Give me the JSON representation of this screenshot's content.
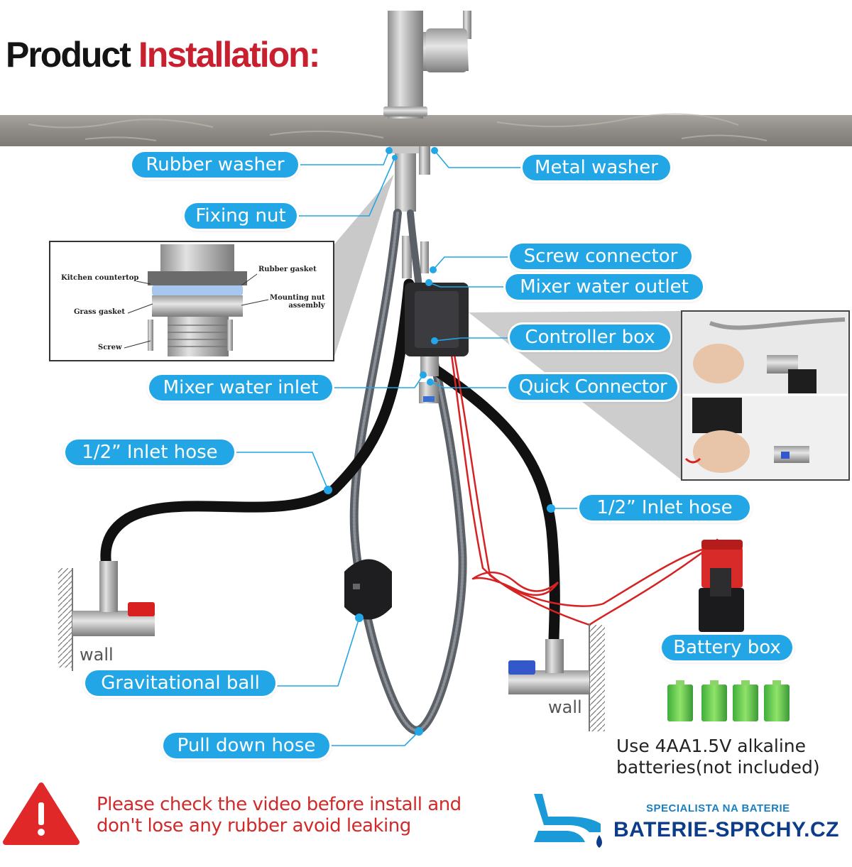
{
  "title": {
    "part1": "Product",
    "part2": "Installation:"
  },
  "labels": {
    "rubber_washer": "Rubber washer",
    "metal_washer": "Metal washer",
    "fixing_nut": "Fixing nut",
    "screw_connector": "Screw connector",
    "mixer_water_outlet": "Mixer water outlet",
    "controller_box": "Controller box",
    "mixer_water_inlet": "Mixer water inlet",
    "quick_connector": "Quick Connector",
    "inlet_hose_left": "1/2”  Inlet hose",
    "inlet_hose_right": "1/2”  Inlet hose",
    "battery_box": "Battery box",
    "gravitational_ball": "Gravitational ball",
    "pull_down_hose": "Pull down hose",
    "wall_left": "wall",
    "wall_right": "wall"
  },
  "inset": {
    "kitchen_countertop": "Kitchen countertop",
    "rubber_gasket": "Rubber gasket",
    "mounting_nut_line1": "Mounting nut",
    "mounting_nut_line2": "assembly",
    "grass_gasket": "Grass gasket",
    "screw": "Screw"
  },
  "battery_note": {
    "line1": "Use 4AA1.5V alkaline",
    "line2": "batteries(not included)"
  },
  "warning": {
    "line1": "Please check the video before install and",
    "line2": "don't lose any rubber avoid leaking"
  },
  "brand": {
    "tagline": "SPECIALISTA NA BATERIE",
    "name": "BATERIE-SPRCHY.CZ"
  },
  "colors": {
    "label_blue": "#22a6e6",
    "title_red": "#c8202f",
    "warning_red": "#d22a2a",
    "brand_navy": "#0d3c8a"
  }
}
